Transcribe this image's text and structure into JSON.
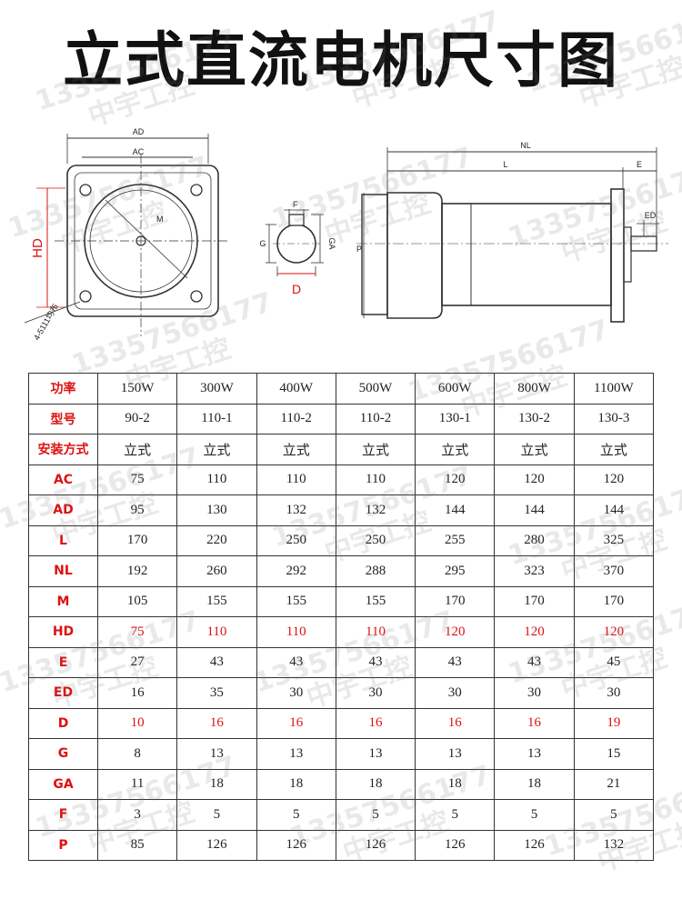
{
  "title": "立式直流电机尺寸图",
  "drawing": {
    "front_labels": [
      "AD",
      "AC",
      "HD",
      "M",
      "F",
      "G",
      "GA",
      "D"
    ],
    "hole_note": "4-5111均布",
    "side_labels": [
      "NL",
      "L",
      "E",
      "ED",
      "P"
    ]
  },
  "watermark": {
    "number": "13357566177",
    "name": "中宇工控"
  },
  "table": {
    "rows": [
      {
        "label": "功率",
        "values": [
          "150W",
          "300W",
          "400W",
          "500W",
          "600W",
          "800W",
          "1100W"
        ],
        "red": false
      },
      {
        "label": "型号",
        "values": [
          "90-2",
          "110-1",
          "110-2",
          "110-2",
          "130-1",
          "130-2",
          "130-3"
        ],
        "red": false
      },
      {
        "label": "安装方式",
        "values": [
          "立式",
          "立式",
          "立式",
          "立式",
          "立式",
          "立式",
          "立式"
        ],
        "red": false
      },
      {
        "label": "AC",
        "values": [
          "75",
          "110",
          "110",
          "110",
          "120",
          "120",
          "120"
        ],
        "red": false
      },
      {
        "label": "AD",
        "values": [
          "95",
          "130",
          "132",
          "132",
          "144",
          "144",
          "144"
        ],
        "red": false
      },
      {
        "label": "L",
        "values": [
          "170",
          "220",
          "250",
          "250",
          "255",
          "280",
          "325"
        ],
        "red": false
      },
      {
        "label": "NL",
        "values": [
          "192",
          "260",
          "292",
          "288",
          "295",
          "323",
          "370"
        ],
        "red": false
      },
      {
        "label": "M",
        "values": [
          "105",
          "155",
          "155",
          "155",
          "170",
          "170",
          "170"
        ],
        "red": false
      },
      {
        "label": "HD",
        "values": [
          "75",
          "110",
          "110",
          "110",
          "120",
          "120",
          "120"
        ],
        "red": true
      },
      {
        "label": "E",
        "values": [
          "27",
          "43",
          "43",
          "43",
          "43",
          "43",
          "45"
        ],
        "red": false
      },
      {
        "label": "ED",
        "values": [
          "16",
          "35",
          "30",
          "30",
          "30",
          "30",
          "30"
        ],
        "red": false
      },
      {
        "label": "D",
        "values": [
          "10",
          "16",
          "16",
          "16",
          "16",
          "16",
          "19"
        ],
        "red": true
      },
      {
        "label": "G",
        "values": [
          "8",
          "13",
          "13",
          "13",
          "13",
          "13",
          "15"
        ],
        "red": false
      },
      {
        "label": "GA",
        "values": [
          "11",
          "18",
          "18",
          "18",
          "18",
          "18",
          "21"
        ],
        "red": false
      },
      {
        "label": "F",
        "values": [
          "3",
          "5",
          "5",
          "5",
          "5",
          "5",
          "5"
        ],
        "red": false
      },
      {
        "label": "P",
        "values": [
          "85",
          "126",
          "126",
          "126",
          "126",
          "126",
          "132"
        ],
        "red": false
      }
    ]
  }
}
